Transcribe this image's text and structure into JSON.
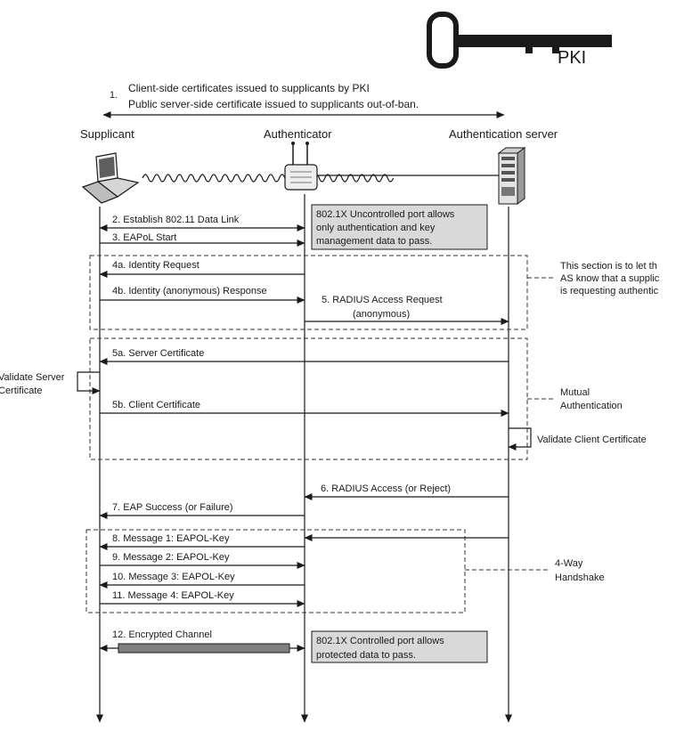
{
  "pki": {
    "label": "PKI"
  },
  "cert_note": {
    "number": "1.",
    "line1": "Client-side certificates issued to supplicants by PKI",
    "line2": "Public server-side certificate issued to supplicants out-of-ban."
  },
  "actors": {
    "supplicant": "Supplicant",
    "authenticator": "Authenticator",
    "authentication_server": "Authentication server"
  },
  "messages": {
    "m2": "2. Establish 802.11 Data Link",
    "m3": "3. EAPoL Start",
    "m4a": "4a. Identity Request",
    "m4b": "4b. Identity (anonymous) Response",
    "m5_line1": "5. RADIUS Access Request",
    "m5_line2": "(anonymous)",
    "m5a": "5a. Server Certificate",
    "m5b": "5b. Client Certificate",
    "m6": "6. RADIUS Access (or Reject)",
    "m7": "7. EAP Success (or Failure)",
    "m8": "8. Message 1: EAPOL-Key",
    "m9": "9. Message 2: EAPOL-Key",
    "m10": "10. Message 3: EAPOL-Key",
    "m11": "11. Message 4: EAPOL-Key",
    "m12": "12. Encrypted Channel"
  },
  "notes": {
    "uncontrolled": [
      "802.1X Uncontrolled port allows",
      "only authentication and key",
      "management data to pass."
    ],
    "controlled": [
      "802.1X Controlled port allows",
      "protected data to pass."
    ],
    "identity_section": [
      "This section is to let th",
      "AS know that a supplic",
      "is requesting authentic"
    ],
    "mutual": [
      "Mutual",
      "Authentication"
    ],
    "handshake": [
      "4-Way",
      "Handshake"
    ],
    "validate_server": [
      "Validate Server",
      "Certificate"
    ],
    "validate_client": "Validate Client Certificate"
  },
  "colors": {
    "line": "#1a1a1a",
    "note_fill": "#d9d9d9",
    "channel_bar": "#7f7f7f"
  }
}
